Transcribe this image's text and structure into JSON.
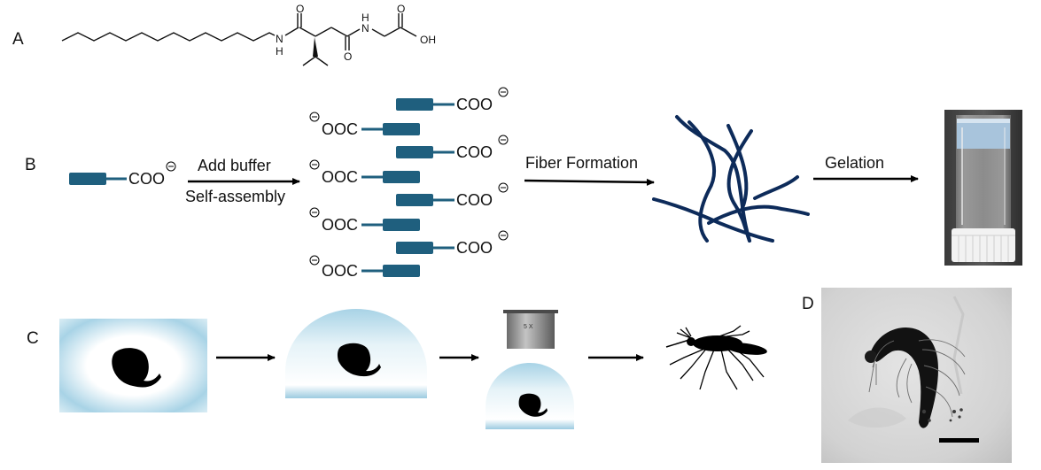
{
  "panels": {
    "a": "A",
    "b": "B",
    "c": "C",
    "d": "D"
  },
  "molecule": {
    "o1": "O",
    "o2": "O",
    "o3": "O",
    "n1": "N",
    "h1": "H",
    "n2": "N",
    "h2": "H",
    "oh": "OH"
  },
  "scheme_b": {
    "single_head": "COO",
    "step1_top": "Add buffer",
    "step1_bottom": "Self-assembly",
    "right_head": "COO",
    "left_head": "OOC",
    "step2": "Fiber Formation",
    "step3": "Gelation"
  },
  "scheme_c": {
    "objective_label": "5 X"
  },
  "colors": {
    "amphiphile": "#1f5f7e",
    "fiber": "#0d2b5a",
    "gel": "#a8d3e6",
    "black": "#000000"
  }
}
